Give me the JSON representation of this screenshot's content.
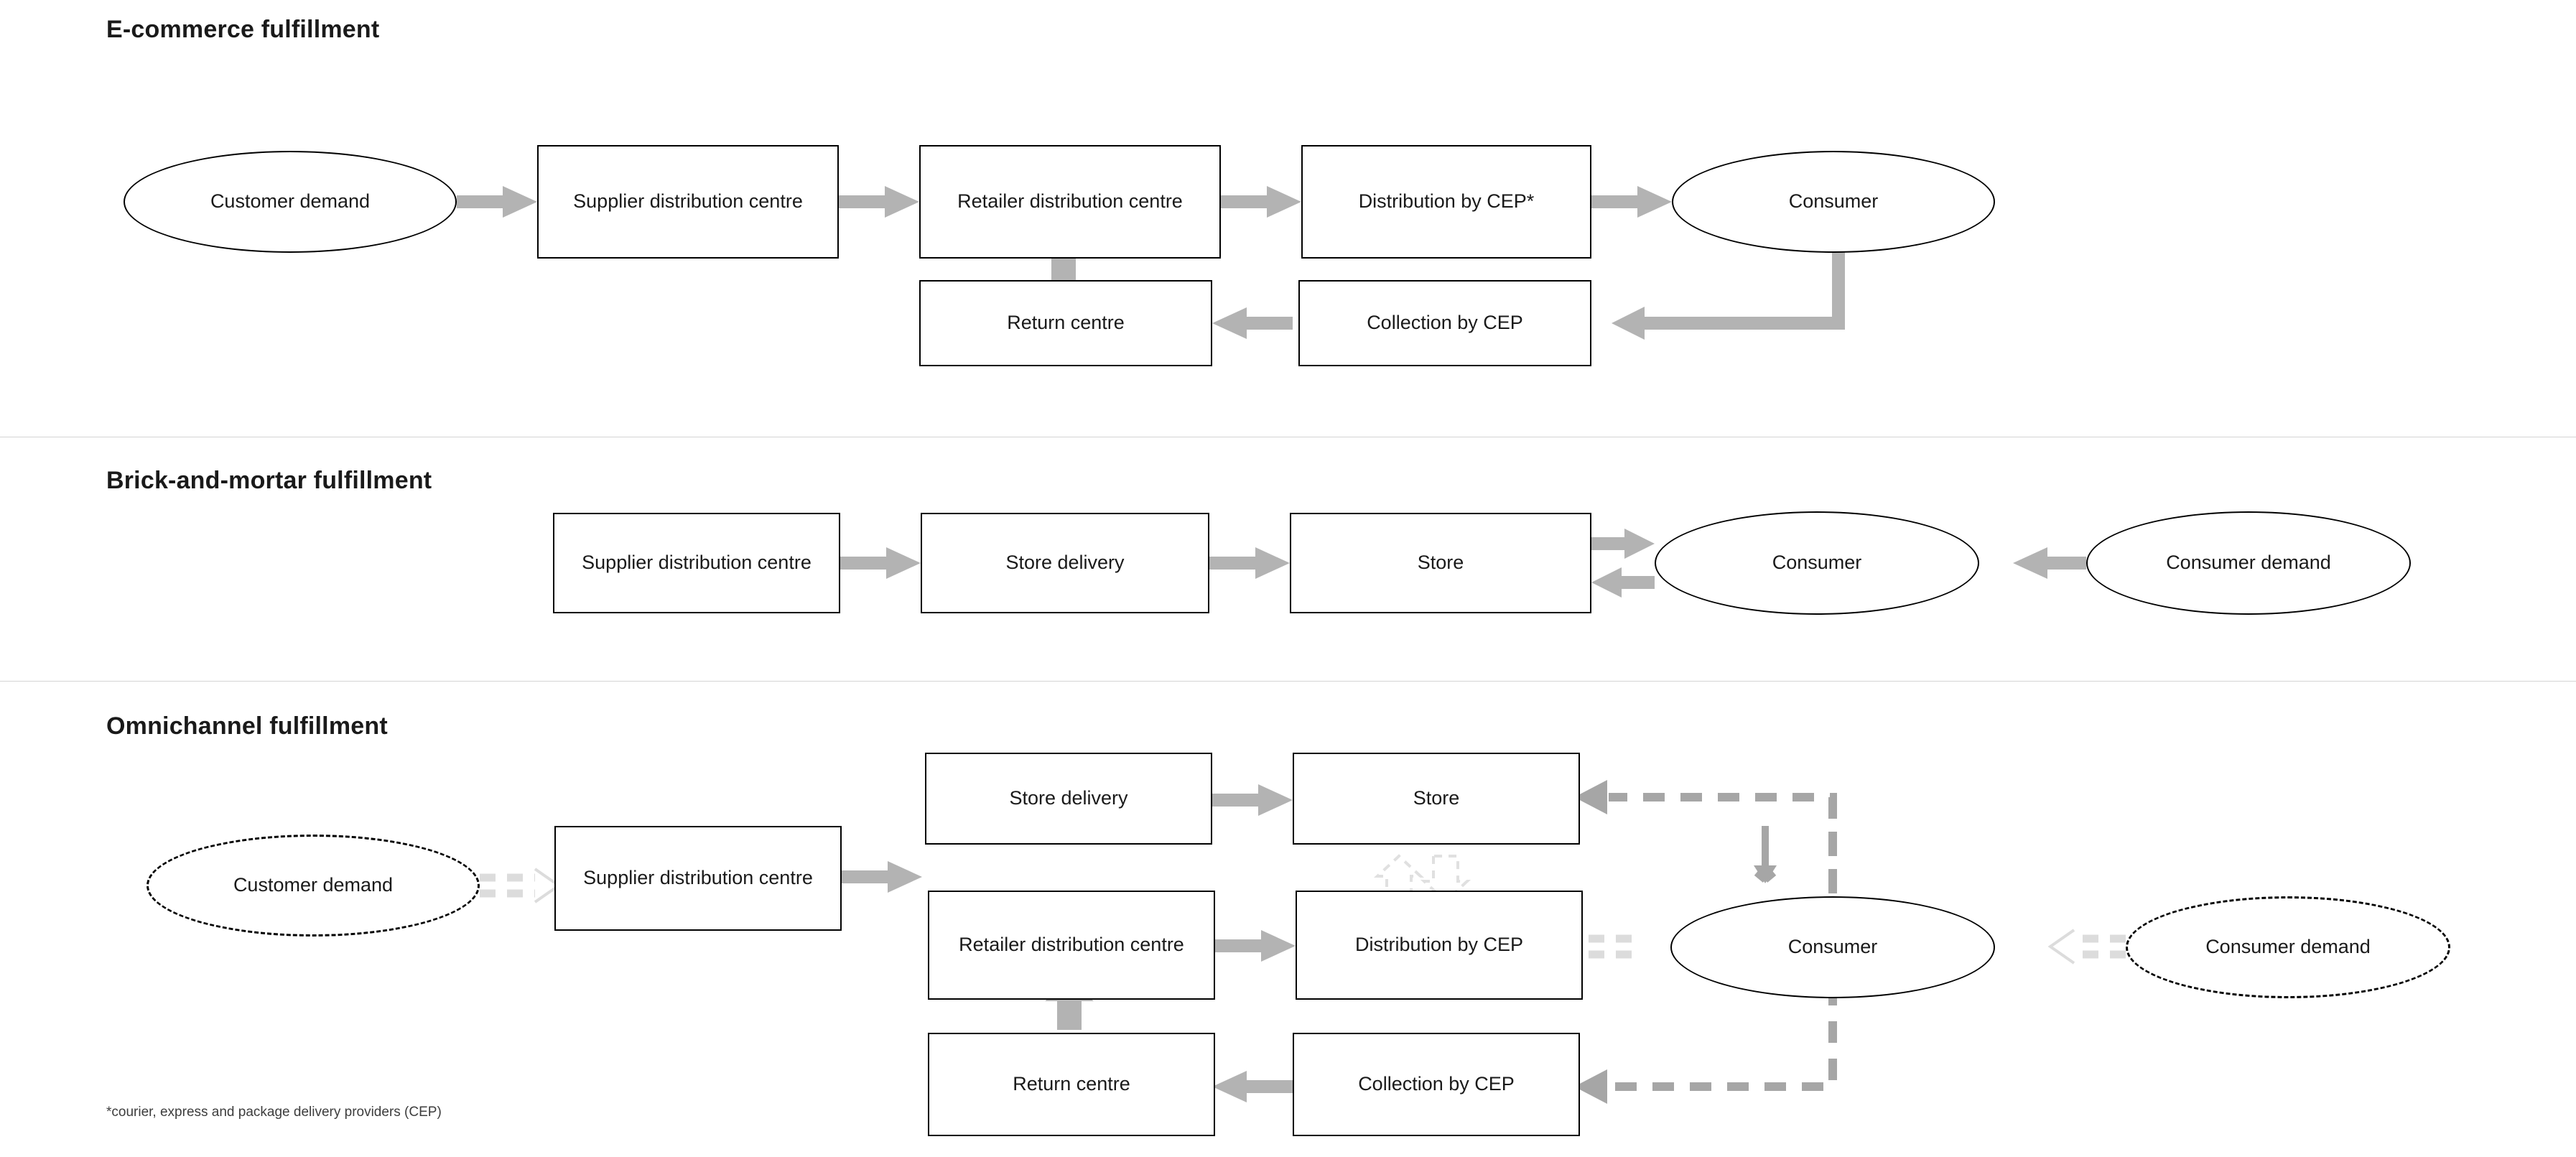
{
  "colors": {
    "arrow_solid": "#b3b3b3",
    "arrow_dashed_dark": "#a6a6a6",
    "arrow_dashed_light": "#dcdcdc",
    "node_border": "#000000",
    "divider": "#d4d4d4",
    "text": "#1a1a1a"
  },
  "sections": [
    {
      "id": "ecommerce",
      "title": "E-commerce fulfillment",
      "nodes": {
        "customer_demand": "Customer demand",
        "supplier_dc": "Supplier distribution centre",
        "retailer_dc": "Retailer distribution centre",
        "distribution_cep": "Distribution by CEP*",
        "consumer": "Consumer",
        "return_centre": "Return centre",
        "collection_cep": "Collection by CEP"
      }
    },
    {
      "id": "brick-and-mortar",
      "title": "Brick-and-mortar fulfillment",
      "nodes": {
        "supplier_dc": "Supplier distribution centre",
        "store_delivery": "Store delivery",
        "store": "Store",
        "consumer": "Consumer",
        "consumer_demand": "Consumer demand"
      }
    },
    {
      "id": "omnichannel",
      "title": "Omnichannel fulfillment",
      "nodes": {
        "customer_demand": "Customer demand",
        "supplier_dc": "Supplier distribution centre",
        "store_delivery": "Store delivery",
        "store": "Store",
        "retailer_dc": "Retailer distribution centre",
        "distribution_cep": "Distribution by CEP",
        "consumer": "Consumer",
        "consumer_demand": "Consumer demand",
        "return_centre": "Return centre",
        "collection_cep": "Collection by CEP"
      }
    }
  ],
  "footnote": "*courier, express and package  delivery providers (CEP)"
}
